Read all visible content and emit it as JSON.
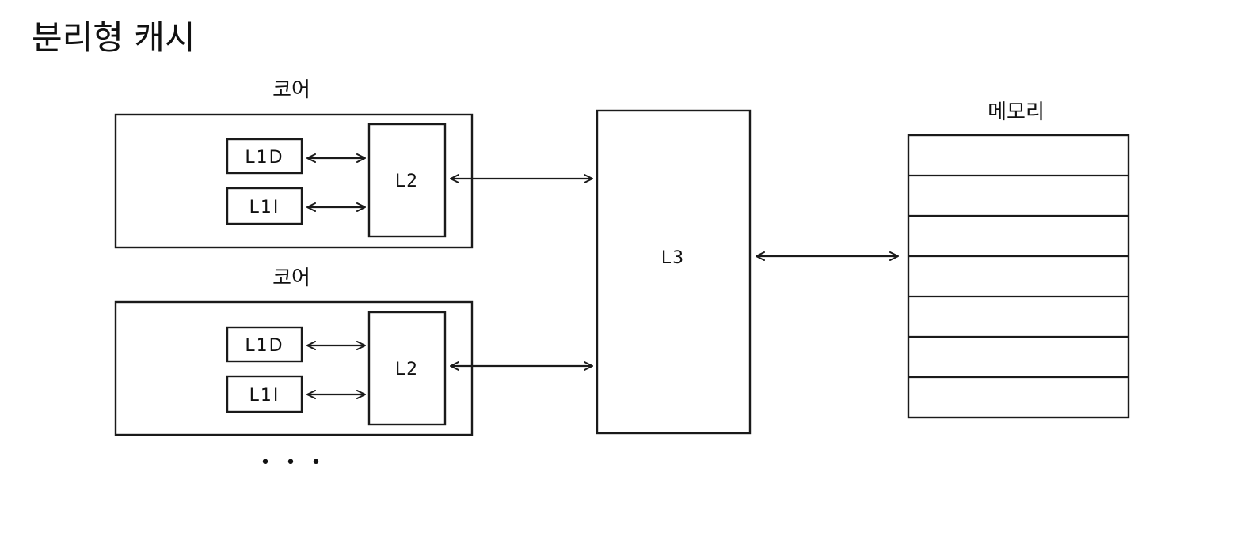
{
  "title": "분리형 캐시",
  "cores": [
    {
      "label": "코어",
      "l1d": "L1D",
      "l1i": "L1I",
      "l2": "L2"
    },
    {
      "label": "코어",
      "l1d": "L1D",
      "l1i": "L1I",
      "l2": "L2"
    }
  ],
  "ellipsis": "• • •",
  "l3": "L3",
  "memory": {
    "label": "메모리",
    "rows": 7
  }
}
